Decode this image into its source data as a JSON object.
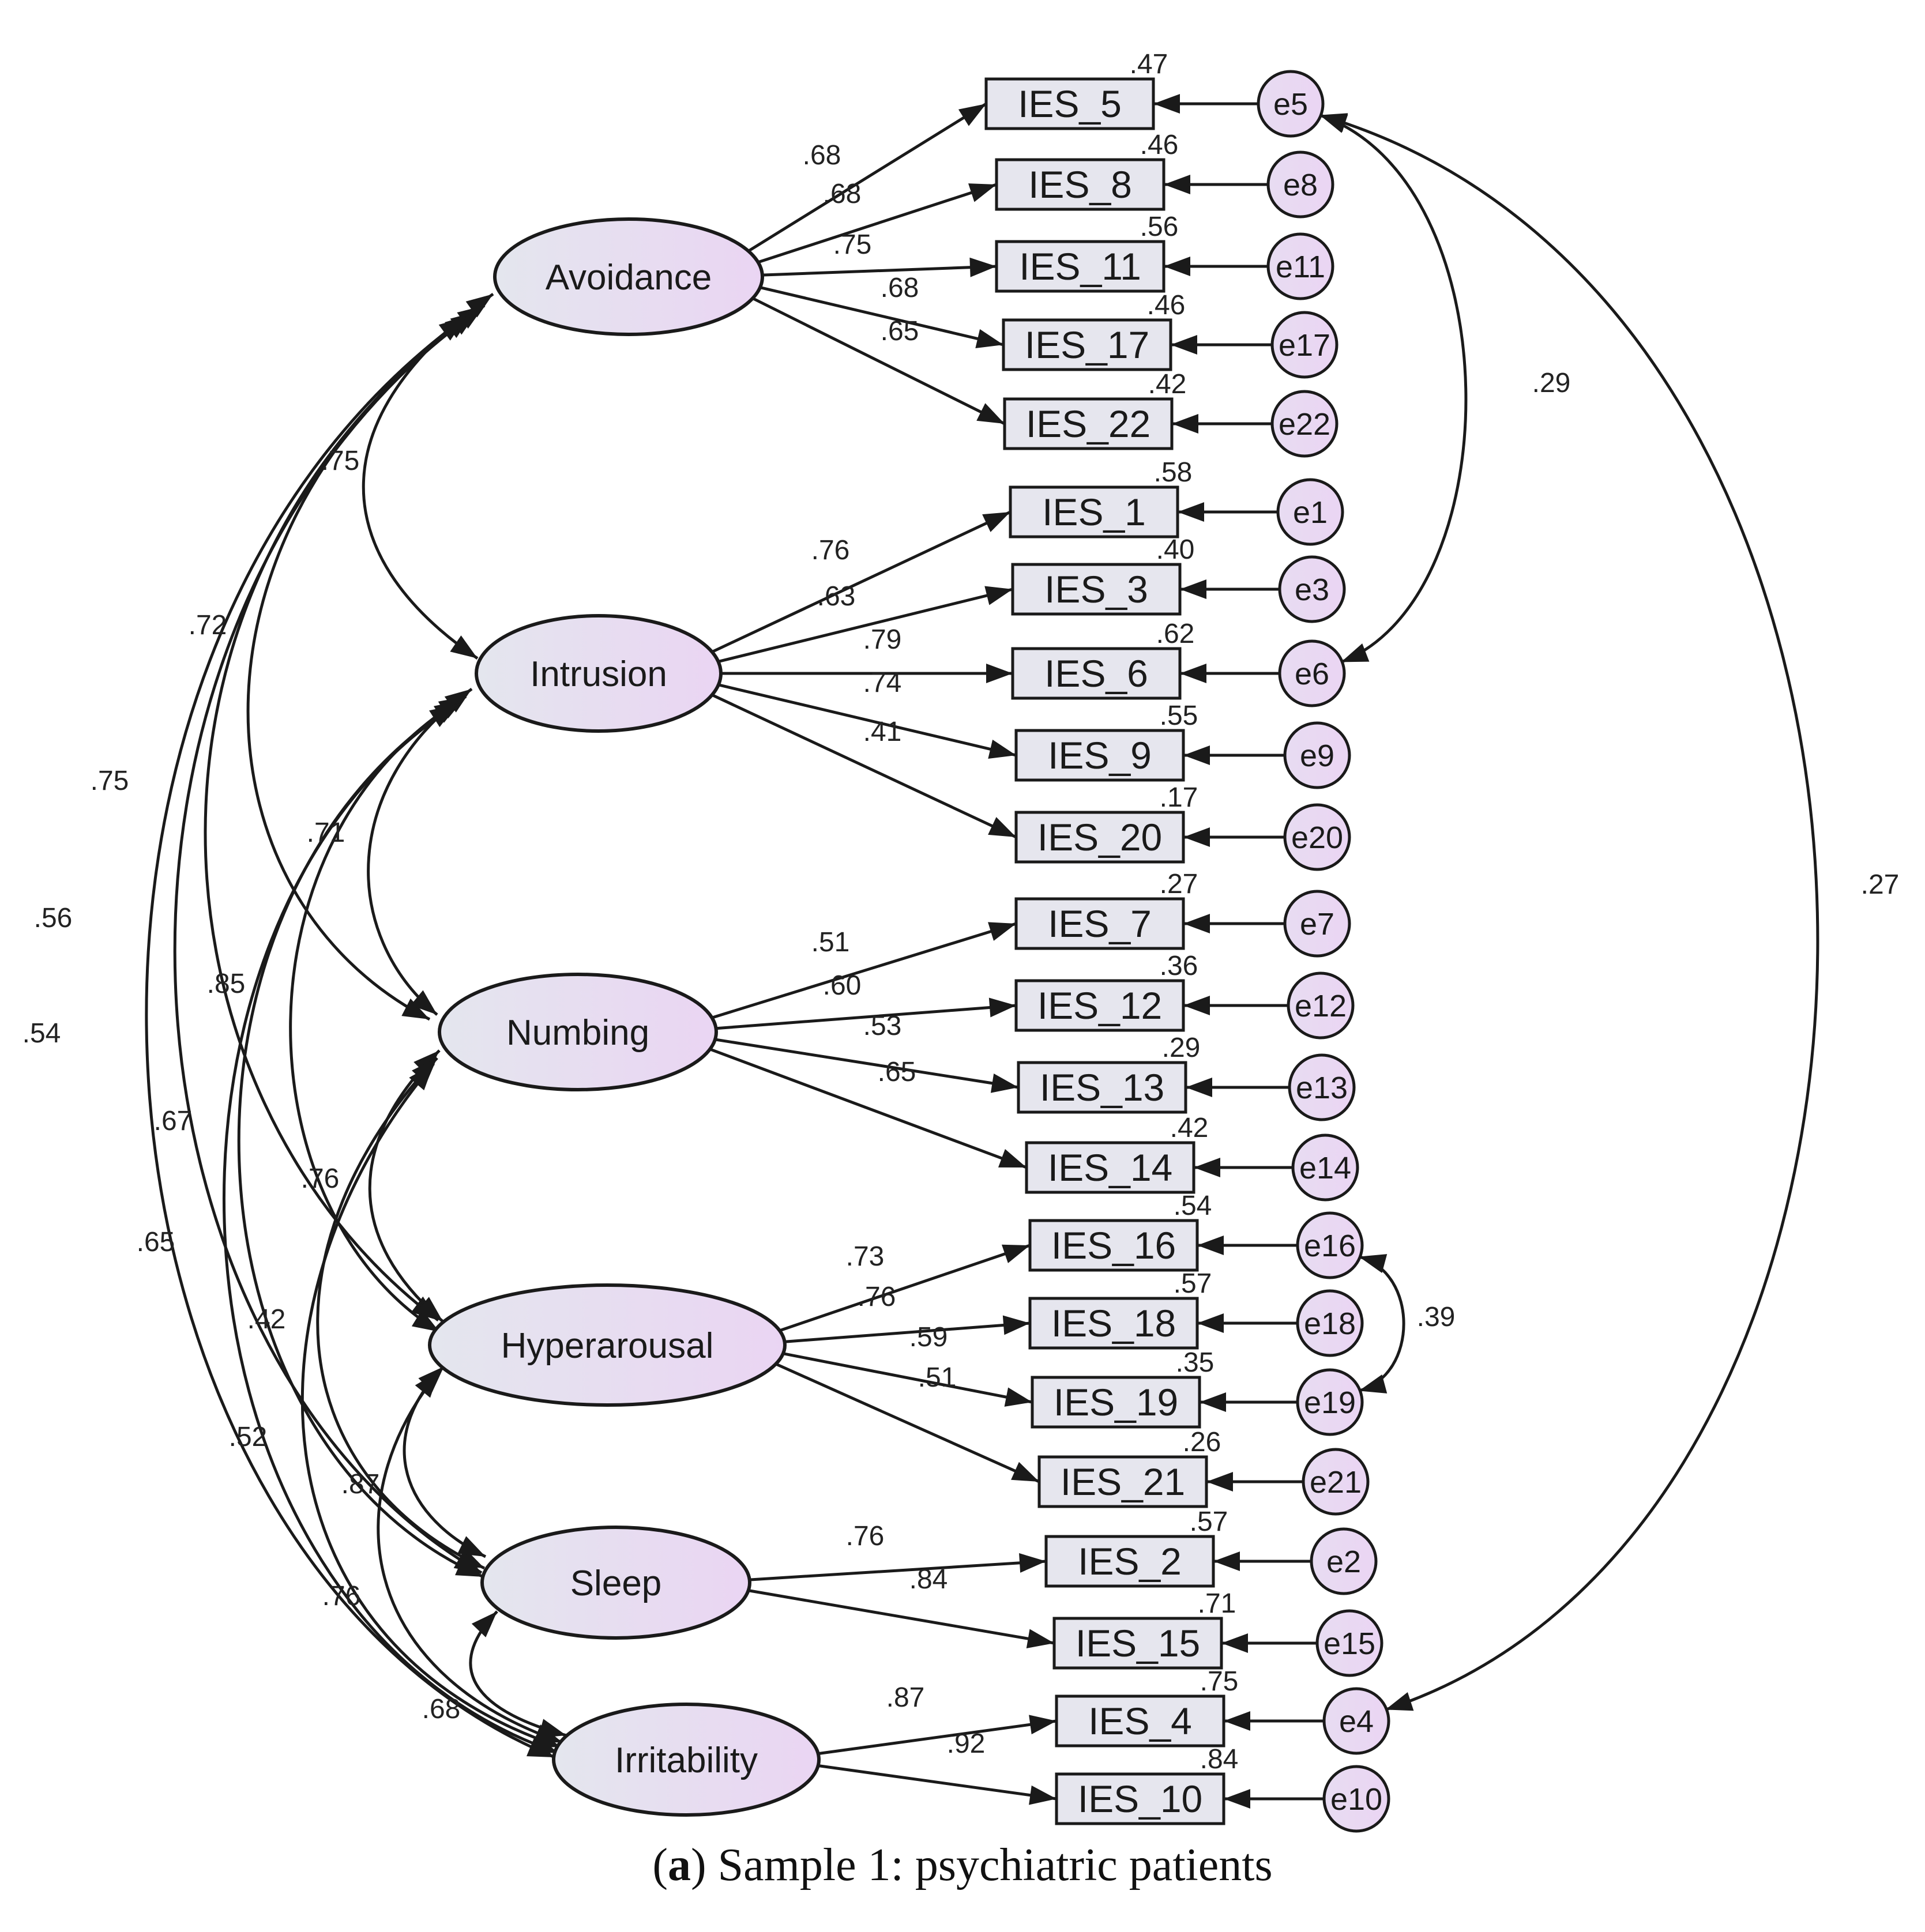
{
  "latents": [
    {
      "id": "avoidance",
      "label": "Avoidance"
    },
    {
      "id": "intrusion",
      "label": "Intrusion"
    },
    {
      "id": "numbing",
      "label": "Numbing"
    },
    {
      "id": "hyperarousal",
      "label": "Hyperarousal"
    },
    {
      "id": "sleep",
      "label": "Sleep"
    },
    {
      "id": "irritability",
      "label": "Irritability"
    }
  ],
  "indicators": [
    {
      "label": "IES_5",
      "factor": "avoidance",
      "loading": ".68",
      "r2": ".47",
      "error": "e5"
    },
    {
      "label": "IES_8",
      "factor": "avoidance",
      "loading": ".68",
      "r2": ".46",
      "error": "e8"
    },
    {
      "label": "IES_11",
      "factor": "avoidance",
      "loading": ".75",
      "r2": ".56",
      "error": "e11"
    },
    {
      "label": "IES_17",
      "factor": "avoidance",
      "loading": ".68",
      "r2": ".46",
      "error": "e17"
    },
    {
      "label": "IES_22",
      "factor": "avoidance",
      "loading": ".65",
      "r2": ".42",
      "error": "e22"
    },
    {
      "label": "IES_1",
      "factor": "intrusion",
      "loading": ".76",
      "r2": ".58",
      "error": "e1"
    },
    {
      "label": "IES_3",
      "factor": "intrusion",
      "loading": ".63",
      "r2": ".40",
      "error": "e3"
    },
    {
      "label": "IES_6",
      "factor": "intrusion",
      "loading": ".79",
      "r2": ".62",
      "error": "e6"
    },
    {
      "label": "IES_9",
      "factor": "intrusion",
      "loading": ".74",
      "r2": ".55",
      "error": "e9"
    },
    {
      "label": "IES_20",
      "factor": "intrusion",
      "loading": ".41",
      "r2": ".17",
      "error": "e20"
    },
    {
      "label": "IES_7",
      "factor": "numbing",
      "loading": ".51",
      "r2": ".27",
      "error": "e7"
    },
    {
      "label": "IES_12",
      "factor": "numbing",
      "loading": ".60",
      "r2": ".36",
      "error": "e12"
    },
    {
      "label": "IES_13",
      "factor": "numbing",
      "loading": ".53",
      "r2": ".29",
      "error": "e13"
    },
    {
      "label": "IES_14",
      "factor": "numbing",
      "loading": ".65",
      "r2": ".42",
      "error": "e14"
    },
    {
      "label": "IES_16",
      "factor": "hyperarousal",
      "loading": ".73",
      "r2": ".54",
      "error": "e16"
    },
    {
      "label": "IES_18",
      "factor": "hyperarousal",
      "loading": ".76",
      "r2": ".57",
      "error": "e18"
    },
    {
      "label": "IES_19",
      "factor": "hyperarousal",
      "loading": ".59",
      "r2": ".35",
      "error": "e19"
    },
    {
      "label": "IES_21",
      "factor": "hyperarousal",
      "loading": ".51",
      "r2": ".26",
      "error": "e21"
    },
    {
      "label": "IES_2",
      "factor": "sleep",
      "loading": ".76",
      "r2": ".57",
      "error": "e2"
    },
    {
      "label": "IES_15",
      "factor": "sleep",
      "loading": ".84",
      "r2": ".71",
      "error": "e15"
    },
    {
      "label": "IES_4",
      "factor": "irritability",
      "loading": ".87",
      "r2": ".75",
      "error": "e4"
    },
    {
      "label": "IES_10",
      "factor": "irritability",
      "loading": ".92",
      "r2": ".84",
      "error": "e10"
    }
  ],
  "factor_correlations": [
    {
      "from": "avoidance",
      "to": "intrusion",
      "value": ".75"
    },
    {
      "from": "avoidance",
      "to": "numbing",
      "value": ".72"
    },
    {
      "from": "avoidance",
      "to": "hyperarousal",
      "value": ".75"
    },
    {
      "from": "avoidance",
      "to": "sleep",
      "value": ".56"
    },
    {
      "from": "avoidance",
      "to": "irritability",
      "value": ".54"
    },
    {
      "from": "intrusion",
      "to": "numbing",
      "value": ".71"
    },
    {
      "from": "intrusion",
      "to": "hyperarousal",
      "value": ".85"
    },
    {
      "from": "intrusion",
      "to": "sleep",
      "value": ".67"
    },
    {
      "from": "intrusion",
      "to": "irritability",
      "value": ".65"
    },
    {
      "from": "numbing",
      "to": "hyperarousal",
      "value": ".76"
    },
    {
      "from": "numbing",
      "to": "sleep",
      "value": ".42"
    },
    {
      "from": "numbing",
      "to": "irritability",
      "value": ".52"
    },
    {
      "from": "hyperarousal",
      "to": "sleep",
      "value": ".87"
    },
    {
      "from": "hyperarousal",
      "to": "irritability",
      "value": ".76"
    },
    {
      "from": "sleep",
      "to": "irritability",
      "value": ".68"
    }
  ],
  "error_correlations": [
    {
      "from": "e5",
      "to": "e6",
      "value": ".29"
    },
    {
      "from": "e5",
      "to": "e4",
      "value": ".27"
    },
    {
      "from": "e16",
      "to": "e19",
      "value": ".39"
    }
  ],
  "caption": {
    "bold": "a",
    "text": "Sample 1: psychiatric patients"
  },
  "colors": {
    "fill_start": "#e4e6ee",
    "fill_end": "#ead5f3",
    "stroke": "#1a1a1a"
  }
}
